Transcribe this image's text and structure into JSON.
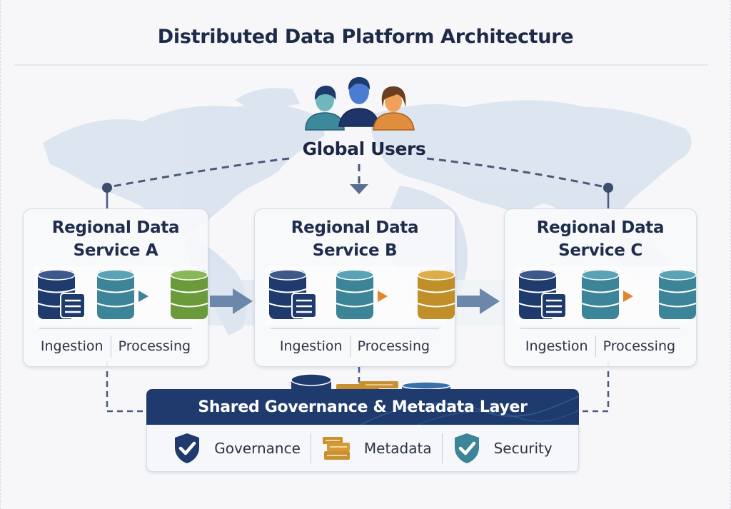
{
  "title": "Distributed Data Platform Architecture",
  "users": {
    "label": "Global Users",
    "icon": "users-group-icon",
    "avatar_colors": [
      "#3b8a9c",
      "#2c4f8f",
      "#e08d3c"
    ]
  },
  "services": [
    {
      "id": "a",
      "title_line1": "Regional Data",
      "title_line2": "Service A",
      "ingestion_label": "Ingestion",
      "processing_label": "Processing",
      "output_db_color": "#6a9a3a"
    },
    {
      "id": "b",
      "title_line1": "Regional Data",
      "title_line2": "Service B",
      "ingestion_label": "Ingestion",
      "processing_label": "Processing",
      "output_db_color": "#c08f2a"
    },
    {
      "id": "c",
      "title_line1": "Regional Data",
      "title_line2": "Service C",
      "ingestion_label": "Ingestion",
      "processing_label": "Processing",
      "output_db_color": "#3c8497"
    }
  ],
  "governance": {
    "title": "Shared Governance & Metadata Layer",
    "items": [
      {
        "label": "Governance",
        "icon": "shield-check-icon",
        "color": "#1f3b6e"
      },
      {
        "label": "Metadata",
        "icon": "metadata-stack-icon",
        "color": "#c89030"
      },
      {
        "label": "Security",
        "icon": "shield-check-icon",
        "color": "#3c8497"
      }
    ]
  },
  "colors": {
    "navy": "#1f3b6e",
    "teal": "#3c8497",
    "orange": "#e0862e",
    "connector": "#4a5a7a",
    "arrow": "#6b87aa",
    "map": "#d9e3ee"
  }
}
